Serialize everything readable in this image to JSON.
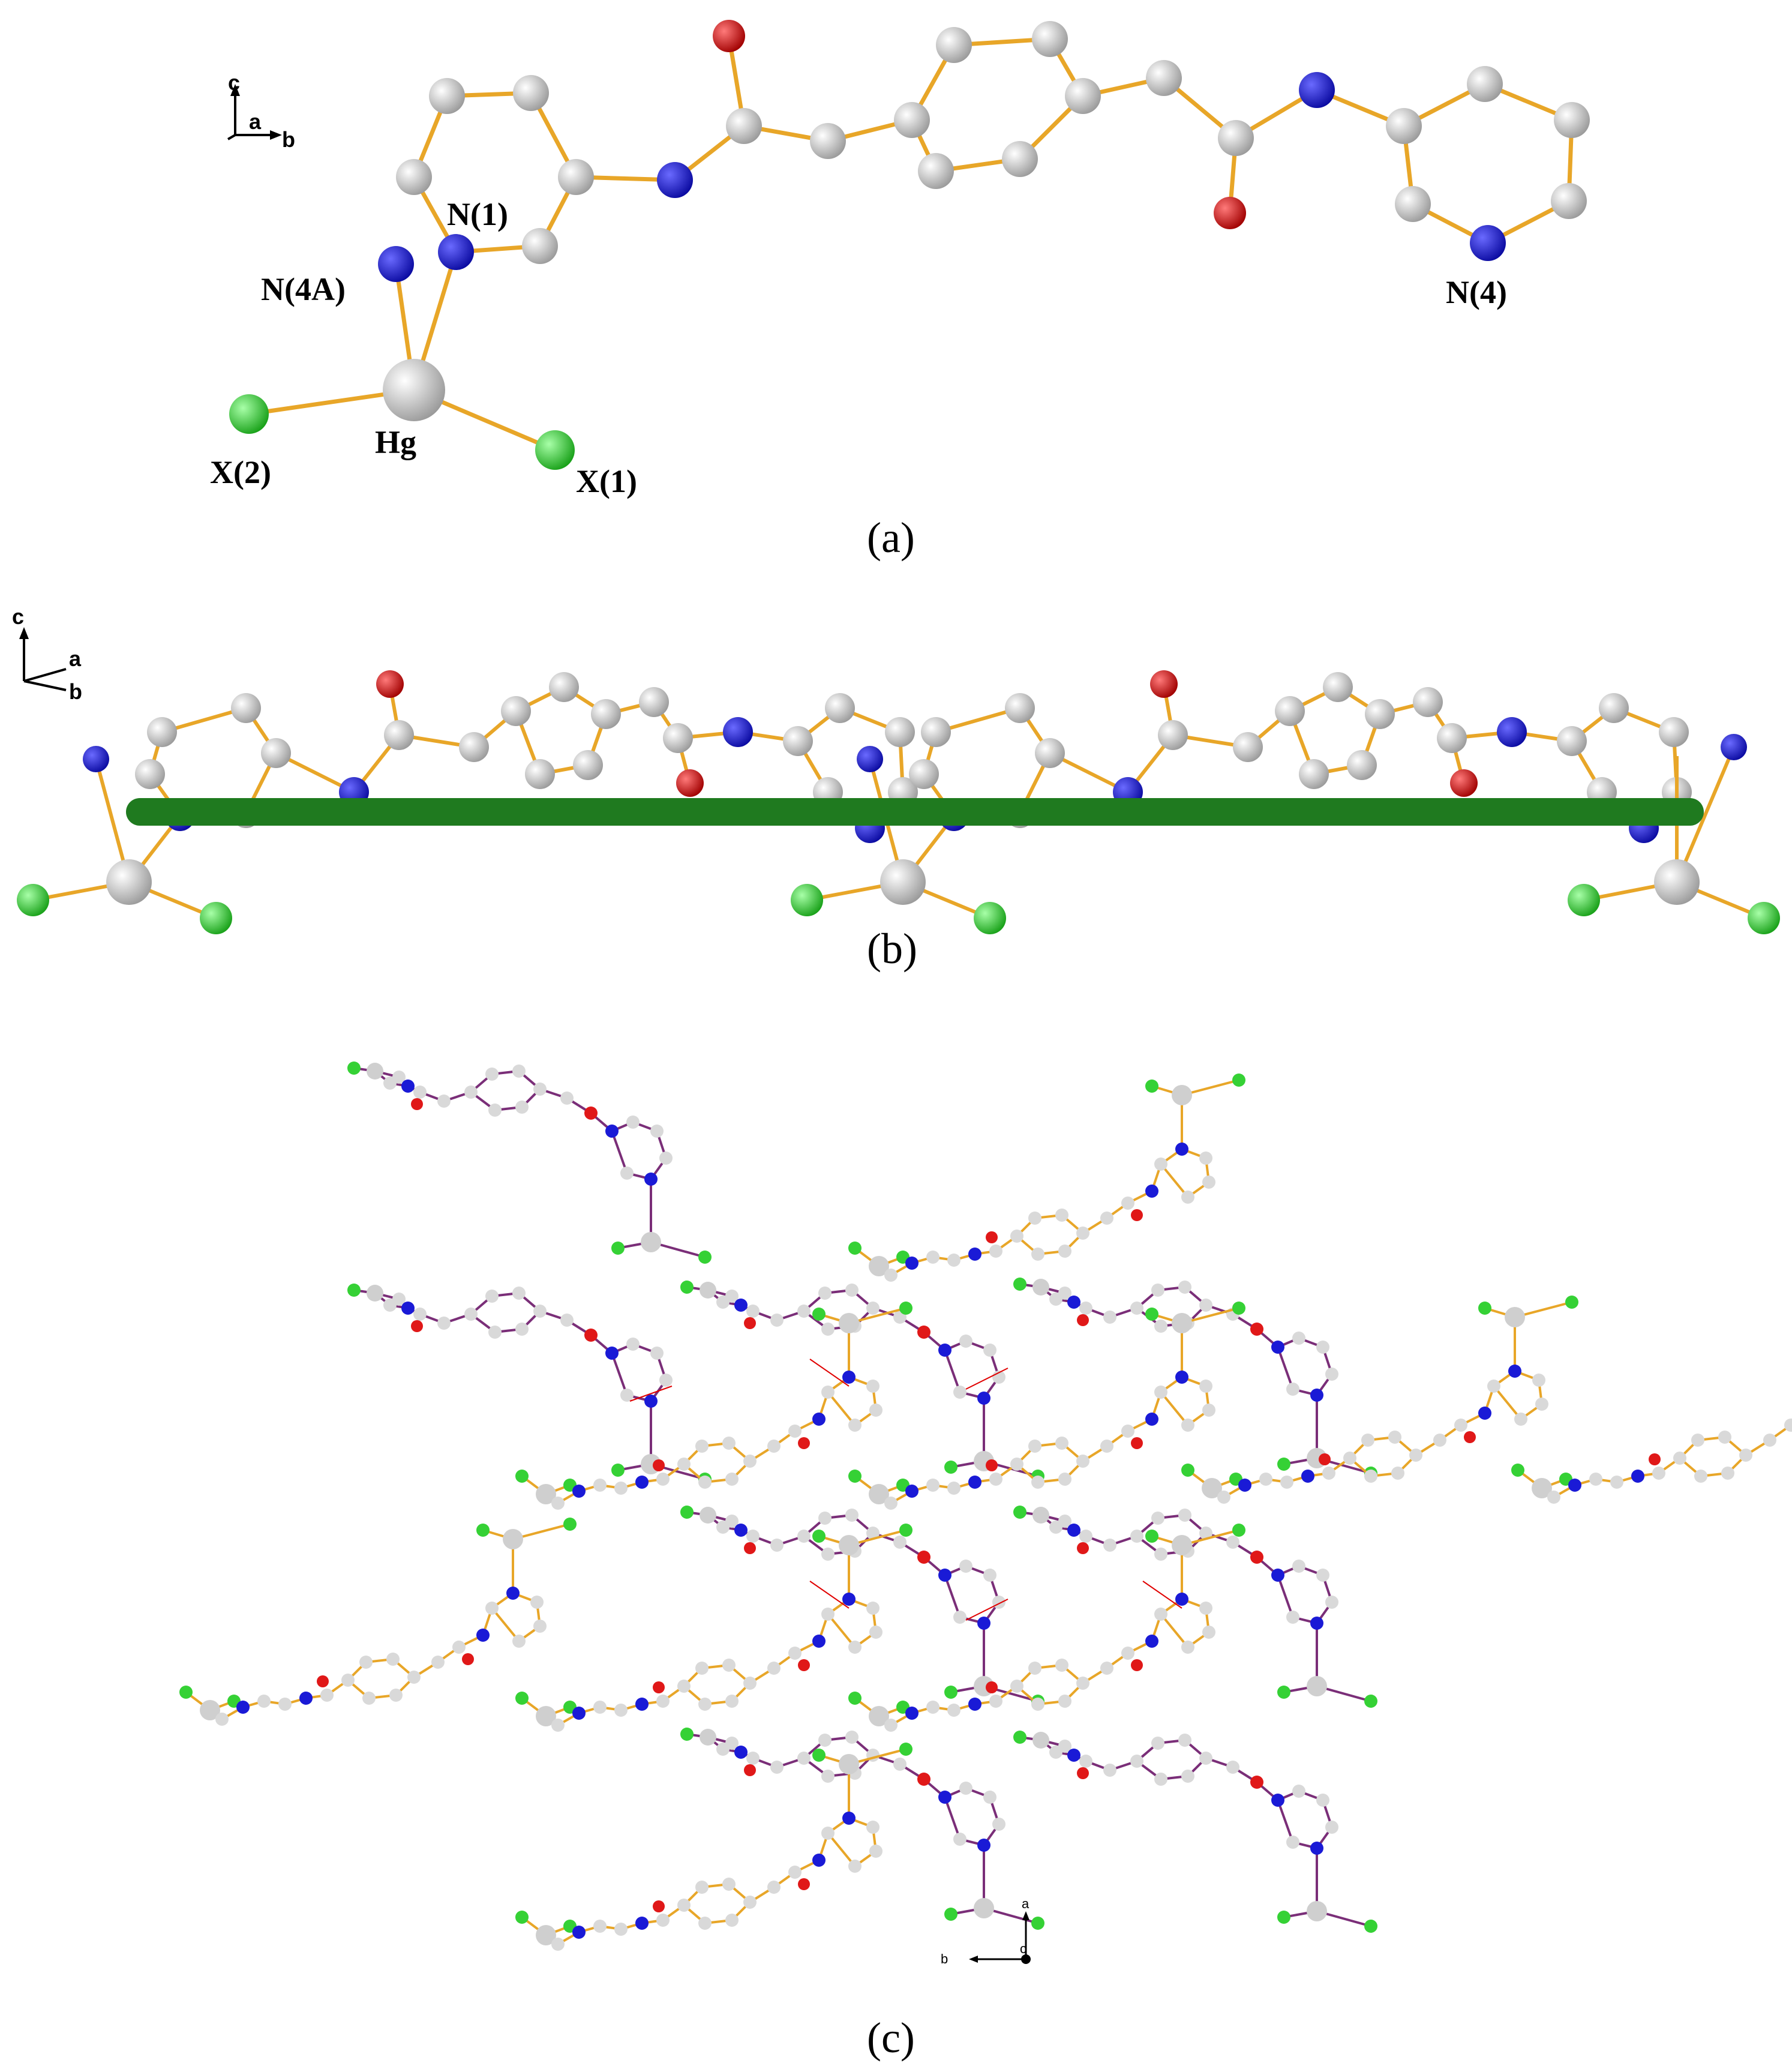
{
  "colors": {
    "bond_orange": "#E8A628",
    "bond_purple": "#7A2E78",
    "carbon": "#D9D9D9",
    "nitrogen": "#1A1AD6",
    "oxygen": "#E01818",
    "halogen": "#35D135",
    "mercury": "#D0D0D0",
    "polymer_axis": "#1F7A1F",
    "hbond": "#E00000"
  },
  "panel_a": {
    "caption": "(a)",
    "atom_labels": {
      "n1": "N(1)",
      "n4a": "N(4A)",
      "n4": "N(4)",
      "hg": "Hg",
      "x1": "X(1)",
      "x2": "X(2)"
    },
    "axes": {
      "up": "c",
      "depth": "a",
      "right": "b"
    }
  },
  "panel_b": {
    "caption": "(b)",
    "axes": {
      "up": "c",
      "depth": "a",
      "right": "b"
    }
  },
  "panel_c": {
    "caption": "(c)",
    "axes": {
      "up": "a",
      "depth": "c",
      "left": "b"
    }
  }
}
